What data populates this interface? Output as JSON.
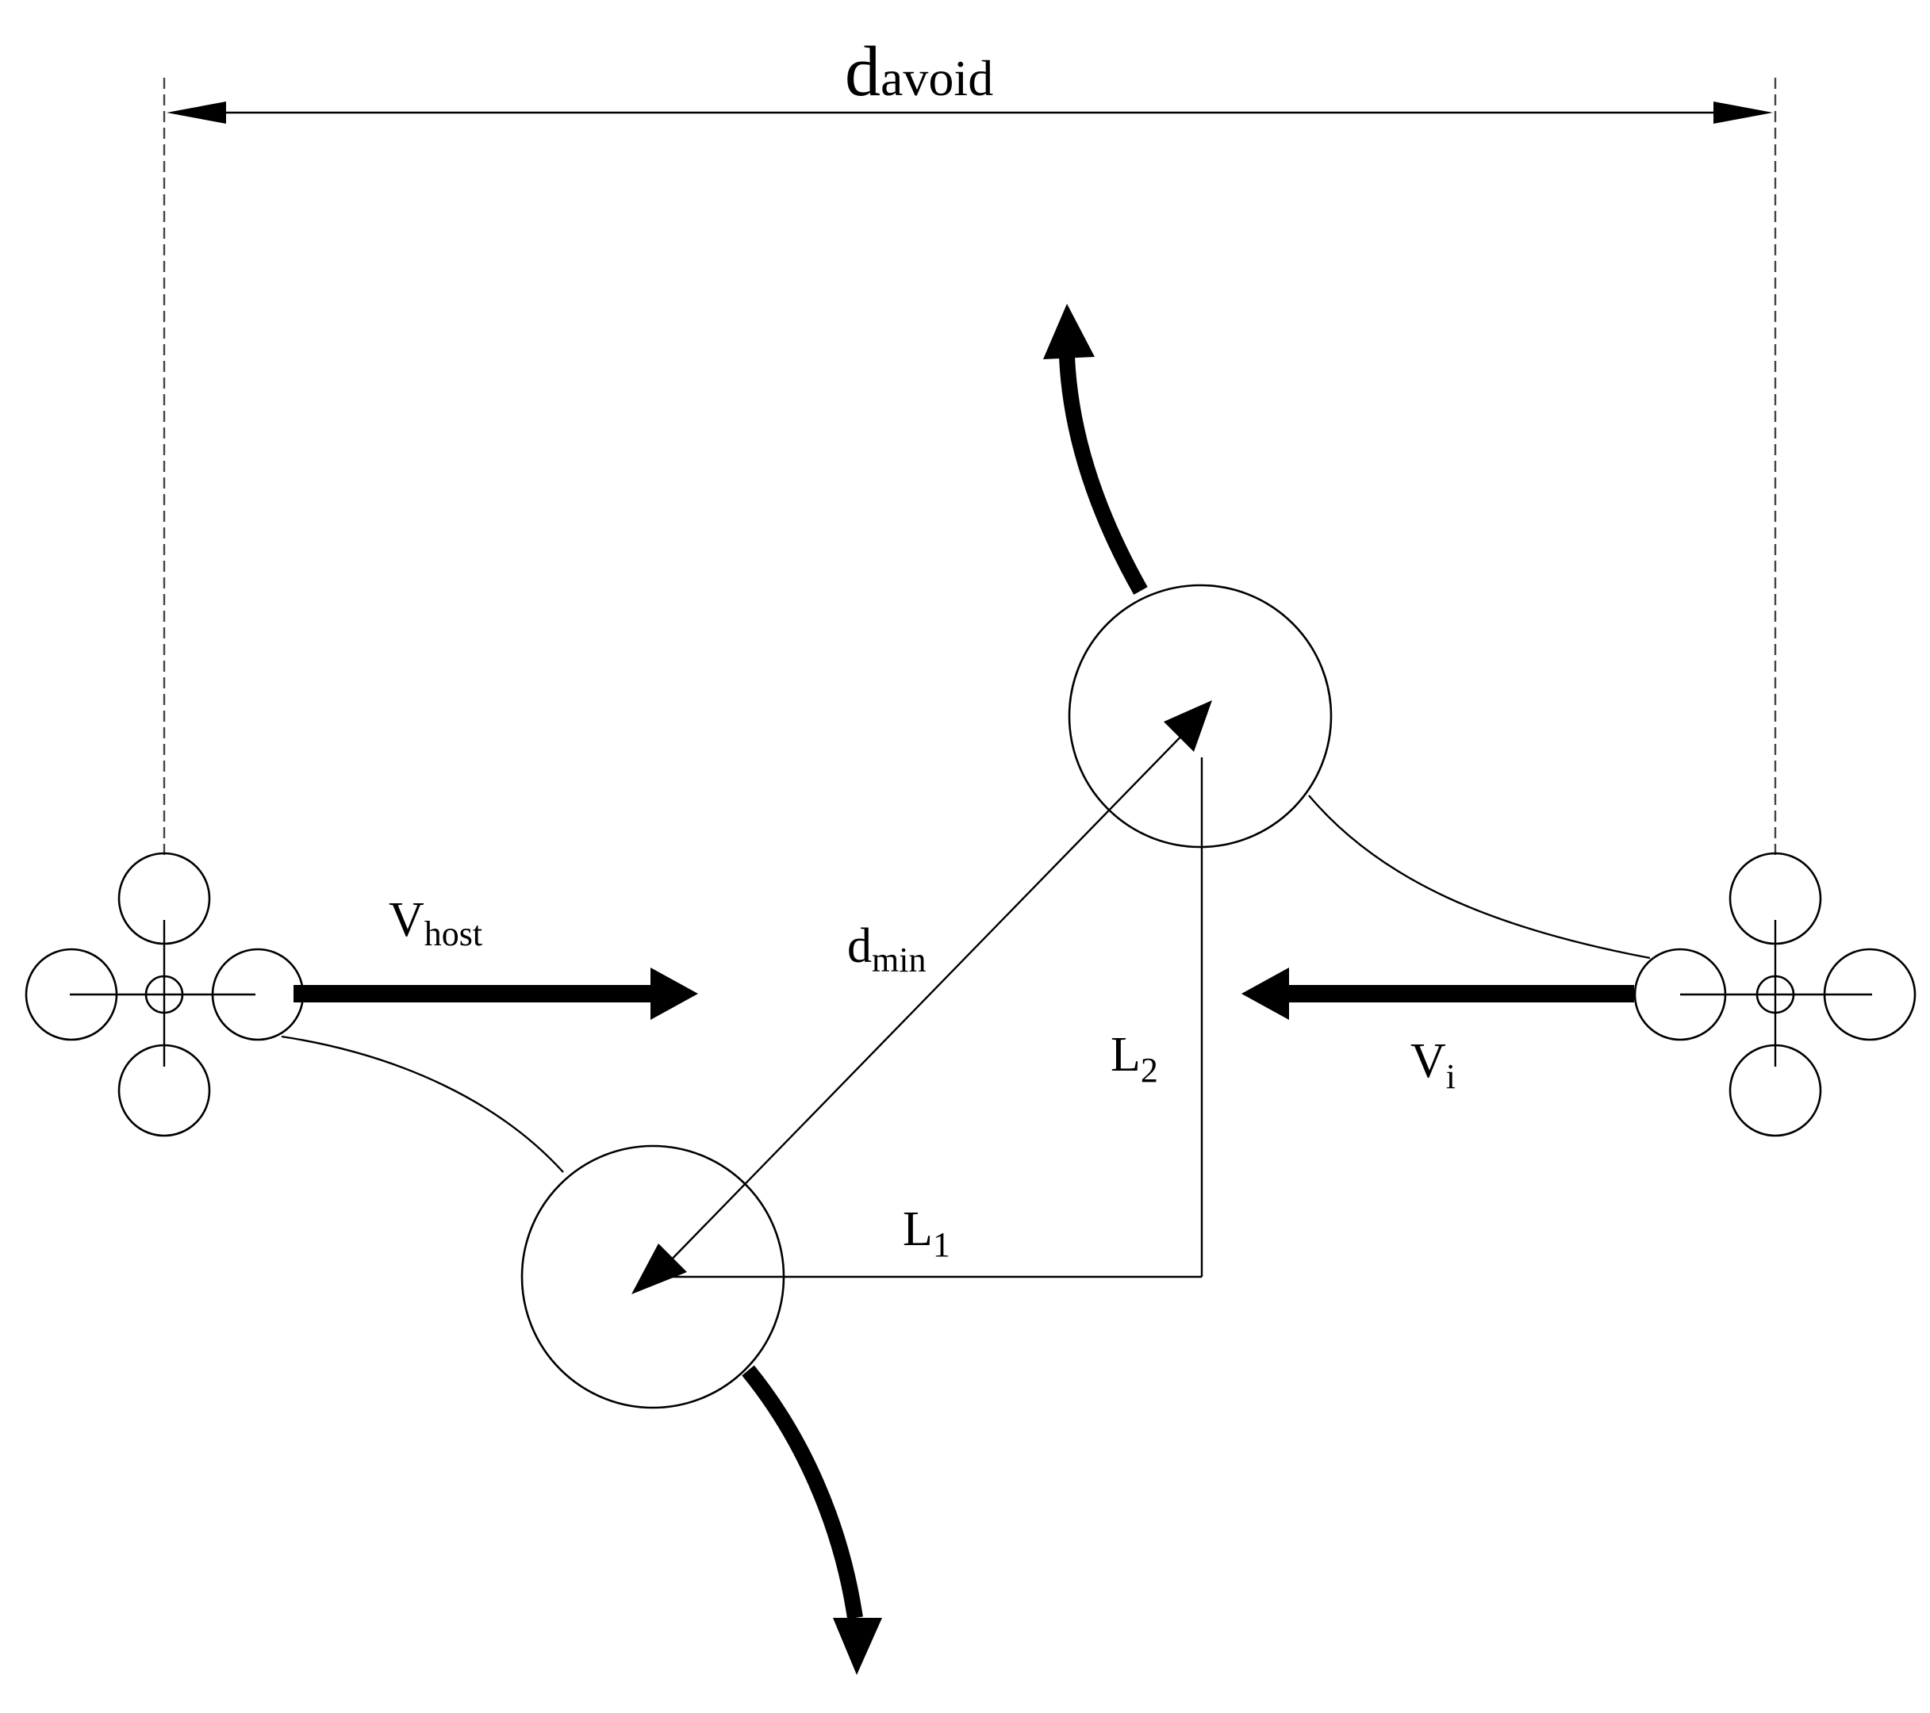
{
  "labels": {
    "d_avoid_main": "d",
    "d_avoid_sub": "avoid",
    "v_host_main": "V",
    "v_host_sub": "host",
    "d_min_main": "d",
    "d_min_sub": "min",
    "l2_main": "L",
    "l2_sub": "2",
    "v_i_main": "V",
    "v_i_sub": "i",
    "l1_main": "L",
    "l1_sub": "1"
  },
  "colors": {
    "line": "#000000",
    "dashed": "#444444",
    "background": "#ffffff"
  },
  "icons": {
    "host_drone": "quadrotor-icon",
    "intruder_drone": "quadrotor-icon"
  }
}
